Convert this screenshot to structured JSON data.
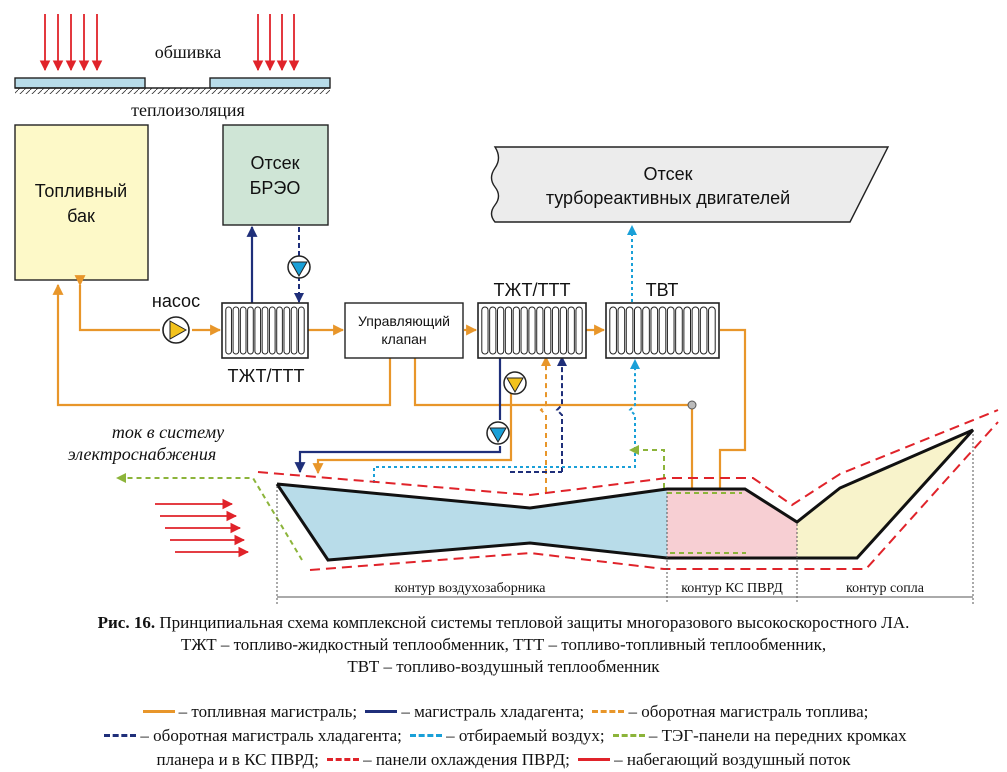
{
  "labels": {
    "skin": "обшивка",
    "insulation": "теплоизоляция",
    "fuel_tank_line1": "Топливный",
    "fuel_tank_line2": "бак",
    "avionics_line1": "Отсек",
    "avionics_line2": "БРЭО",
    "turbo_line1": "Отсек",
    "turbo_line2": "турбореактивных двигателей",
    "pump": "насос",
    "hx1": "ТЖТ/ТТТ",
    "valve_line1": "Управляющий",
    "valve_line2": "клапан",
    "hx2": "ТЖТ/ТТТ",
    "hx3": "ТВТ",
    "power_line1": "ток в систему",
    "power_line2": "электроснабжения",
    "contour_intake": "контур воздухозаборника",
    "contour_ramjet": "контур КС ПВРД",
    "contour_nozzle": "контур сопла"
  },
  "caption": {
    "fig": "Рис. 16.",
    "line1": " Принципиальная схема комплексной системы тепловой защиты многоразового высокоскоростного ЛА.",
    "line2": "ТЖТ – топливо-жидкостный теплообменник, ТТТ – топливо-топливный теплообменник,",
    "line3": "ТВТ – топливо-воздушный теплообменник"
  },
  "legend": {
    "fuel": "– топливная магистраль;",
    "coolant": "– магистраль хладагента;",
    "fuel_return": "– оборотная магистраль топлива;",
    "coolant_return": "– оборотная магистраль хладагента;",
    "bleed_air": "– отбираемый воздух;",
    "teg_line1": "– ТЭГ-панели на передних кромках",
    "teg_line2": "планера и в КС ПВРД;",
    "panels": "– панели охлаждения ПВРД;",
    "airflow": "– набегающий воздушный поток"
  },
  "colors": {
    "fuel": "#e8962a",
    "coolant": "#1f2f7a",
    "bleed_air": "#1aa0d8",
    "teg": "#8cb43a",
    "panel": "#e0232a",
    "tank_fill": "#fdf9c8",
    "avionics_fill": "#cfe5d6",
    "intake_fill": "#b8dce9",
    "ramjet_fill": "#f7cfd3",
    "nozzle_fill": "#f8f3cb",
    "turbo_fill": "#ececec"
  }
}
